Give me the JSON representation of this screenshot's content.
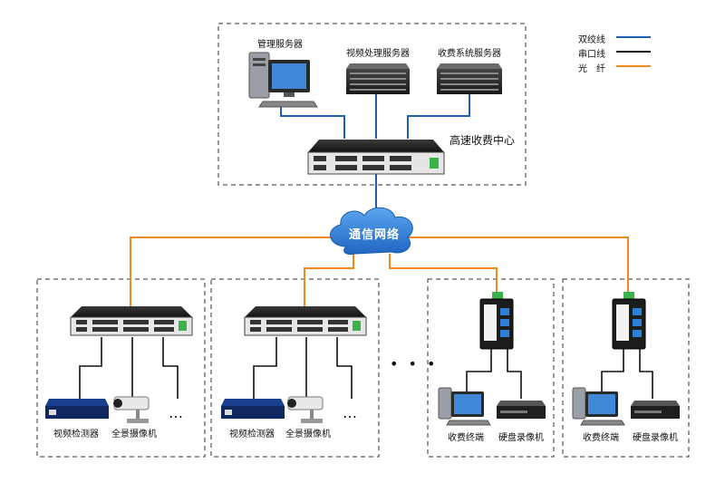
{
  "colors": {
    "twisted_pair": "#1f5fb3",
    "serial": "#111111",
    "fiber": "#f08a1e",
    "cloud": "#2e7fd6",
    "dashed_border": "#333333"
  },
  "legend": {
    "twisted_pair": "双绞线",
    "serial": "串口线",
    "fiber": "光　纤"
  },
  "center": {
    "title": "高速收费中心",
    "servers": {
      "management": "管理服务器",
      "video": "视频处理服务器",
      "toll": "收费系统服务器"
    }
  },
  "network": {
    "label": "通信网络"
  },
  "branches": [
    {
      "devices": [
        "视频检测器",
        "全景摄像机"
      ],
      "more": "…"
    },
    {
      "devices": [
        "视频检测器",
        "全景摄像机"
      ],
      "more": "…"
    },
    {
      "devices": [
        "收费终端",
        "硬盘录像机"
      ]
    },
    {
      "devices": [
        "收费终端",
        "硬盘录像机"
      ]
    }
  ],
  "between_more": "• • •"
}
